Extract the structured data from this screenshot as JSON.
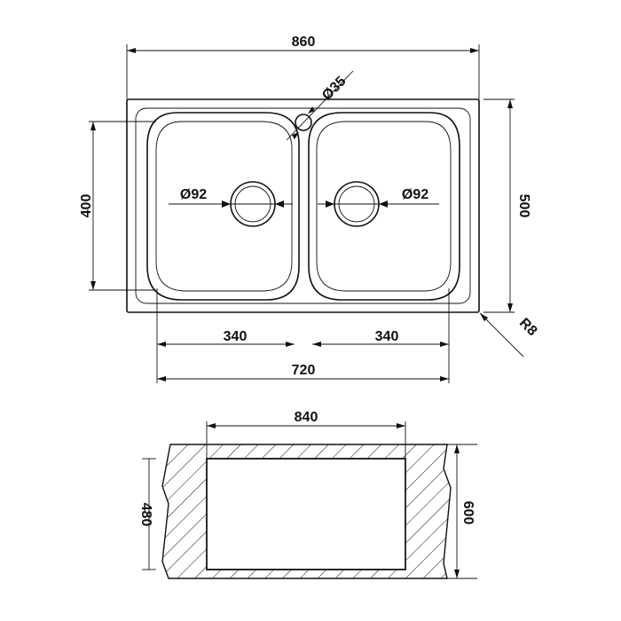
{
  "top_view": {
    "overall_width": "860",
    "overall_depth": "500",
    "bowl_depth": "400",
    "tap_hole": "Ø35",
    "drain_left": "Ø92",
    "drain_right": "Ø92",
    "bowl_left_width": "340",
    "bowl_right_width": "340",
    "bowls_total_width": "720",
    "corner_radius": "R8"
  },
  "cutout_view": {
    "cutout_width": "840",
    "cutout_depth": "480",
    "cabinet_depth": "600"
  },
  "colors": {
    "line": "#111111",
    "background": "#ffffff"
  }
}
